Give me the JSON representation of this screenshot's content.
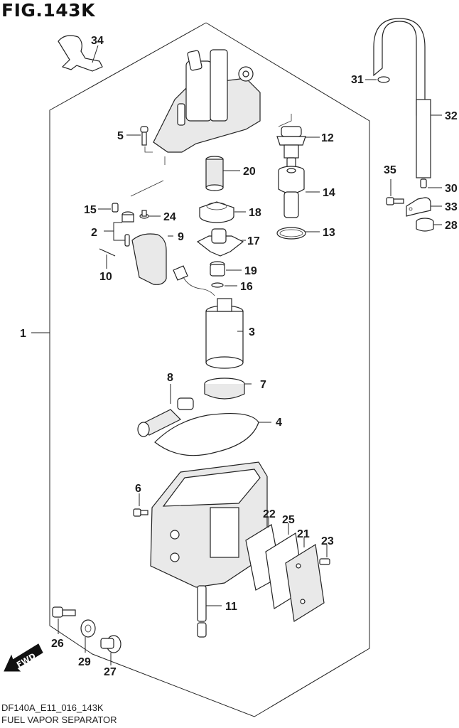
{
  "figure": {
    "title": "FIG.143K",
    "code": "DF140A_E11_016_143K",
    "name": "FUEL VAPOR SEPARATOR"
  },
  "fwd_arrow": {
    "label": "FWD",
    "icon": "fwd-arrow-icon"
  },
  "callouts": [
    {
      "id": "1",
      "label": "1"
    },
    {
      "id": "2",
      "label": "2"
    },
    {
      "id": "3",
      "label": "3"
    },
    {
      "id": "4",
      "label": "4"
    },
    {
      "id": "5",
      "label": "5"
    },
    {
      "id": "6",
      "label": "6"
    },
    {
      "id": "7",
      "label": "7"
    },
    {
      "id": "8",
      "label": "8"
    },
    {
      "id": "9",
      "label": "9"
    },
    {
      "id": "10",
      "label": "10"
    },
    {
      "id": "11",
      "label": "11"
    },
    {
      "id": "12",
      "label": "12"
    },
    {
      "id": "13",
      "label": "13"
    },
    {
      "id": "14",
      "label": "14"
    },
    {
      "id": "15",
      "label": "15"
    },
    {
      "id": "16",
      "label": "16"
    },
    {
      "id": "17",
      "label": "17"
    },
    {
      "id": "18",
      "label": "18"
    },
    {
      "id": "19",
      "label": "19"
    },
    {
      "id": "20",
      "label": "20"
    },
    {
      "id": "21",
      "label": "21"
    },
    {
      "id": "22",
      "label": "22"
    },
    {
      "id": "23",
      "label": "23"
    },
    {
      "id": "24",
      "label": "24"
    },
    {
      "id": "25",
      "label": "25"
    },
    {
      "id": "26",
      "label": "26"
    },
    {
      "id": "27",
      "label": "27"
    },
    {
      "id": "28",
      "label": "28"
    },
    {
      "id": "29",
      "label": "29"
    },
    {
      "id": "30",
      "label": "30"
    },
    {
      "id": "31",
      "label": "31"
    },
    {
      "id": "32",
      "label": "32"
    },
    {
      "id": "33",
      "label": "33"
    },
    {
      "id": "34",
      "label": "34"
    },
    {
      "id": "35",
      "label": "35"
    }
  ]
}
